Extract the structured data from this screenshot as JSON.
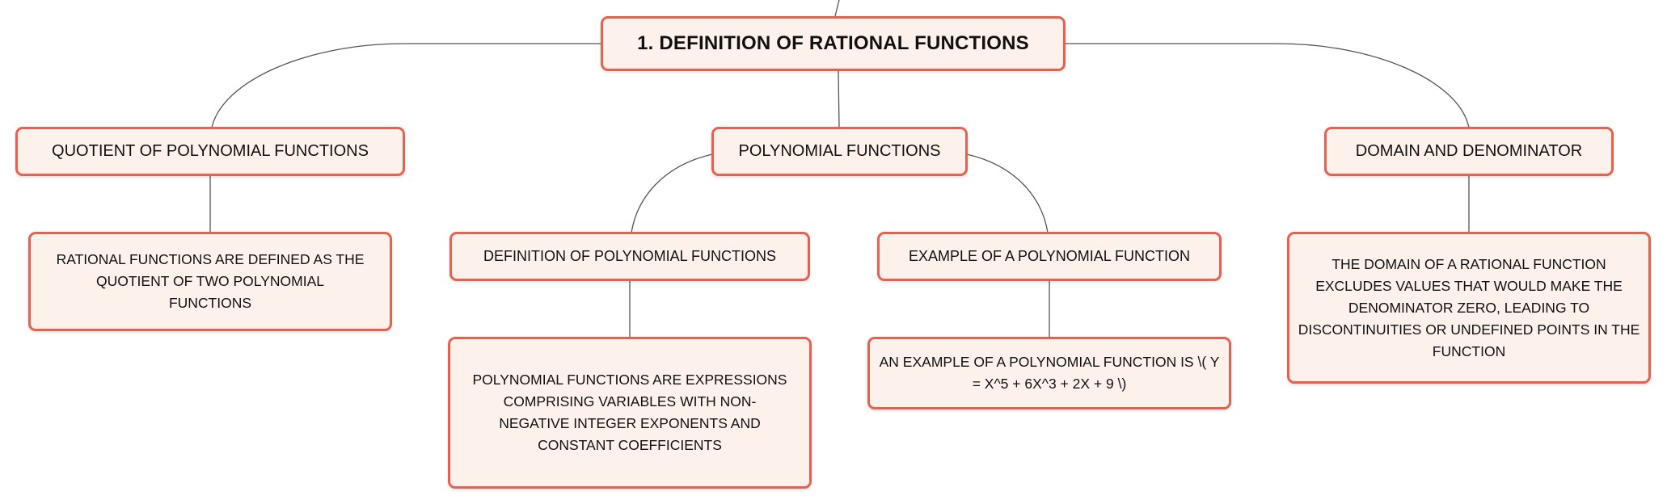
{
  "mindmap": {
    "root": {
      "label": "1. DEFINITION OF RATIONAL FUNCTIONS"
    },
    "quotient": {
      "label": "QUOTIENT OF POLYNOMIAL FUNCTIONS",
      "detail": "RATIONAL FUNCTIONS ARE DEFINED AS THE QUOTIENT OF TWO POLYNOMIAL FUNCTIONS"
    },
    "polynomial": {
      "label": "POLYNOMIAL FUNCTIONS",
      "definition": {
        "label": "DEFINITION OF POLYNOMIAL FUNCTIONS",
        "detail": "POLYNOMIAL FUNCTIONS ARE EXPRESSIONS COMPRISING VARIABLES WITH NON-NEGATIVE INTEGER EXPONENTS AND CONSTANT COEFFICIENTS"
      },
      "example": {
        "label": "EXAMPLE OF A POLYNOMIAL FUNCTION",
        "detail": "AN EXAMPLE OF A POLYNOMIAL FUNCTION IS \\( Y = X^5 + 6X^3 + 2X + 9 \\)"
      }
    },
    "domain": {
      "label": "DOMAIN AND DENOMINATOR",
      "detail": "THE DOMAIN OF A RATIONAL FUNCTION EXCLUDES VALUES THAT WOULD MAKE THE DENOMINATOR ZERO, LEADING TO DISCONTINUITIES OR UNDEFINED POINTS IN THE FUNCTION"
    }
  },
  "colors": {
    "node_fill": "#fdf1ec",
    "node_border": "#e8604f",
    "connector": "#555555",
    "text": "#111111"
  }
}
